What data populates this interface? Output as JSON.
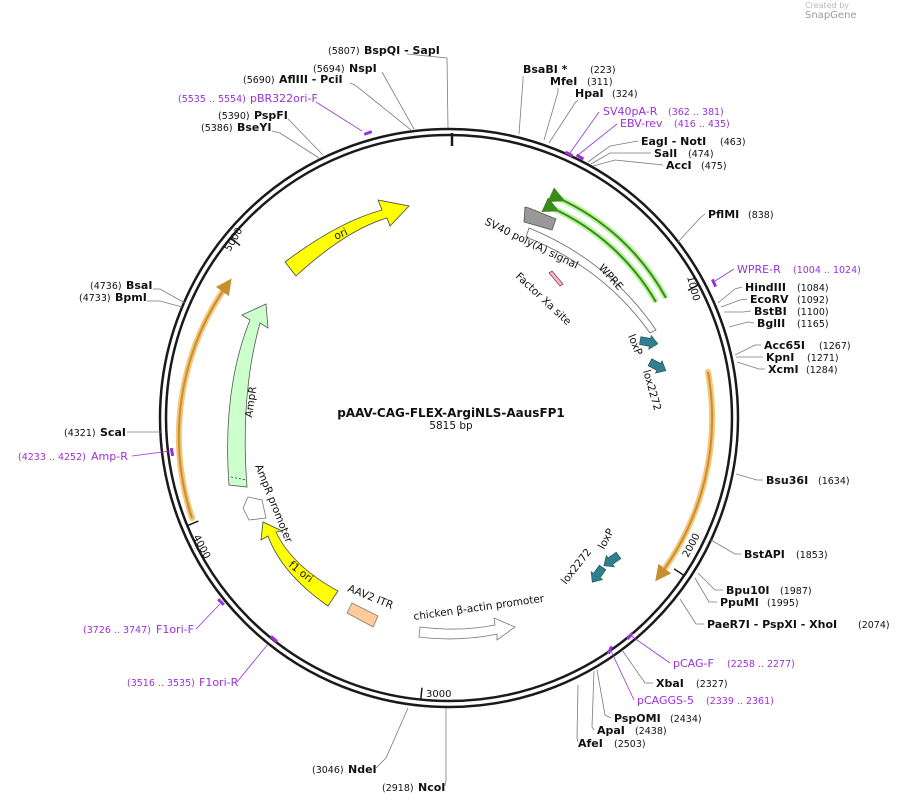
{
  "credit": {
    "prefix": "Created by",
    "brand": "SnapGene"
  },
  "plasmid": {
    "name": "pAAV-CAG-FLEX-ArgiNLS-AausFP1",
    "size_label": "5815 bp",
    "length": 5815
  },
  "ticks": [
    {
      "label": "1000",
      "pos": 1000
    },
    {
      "label": "2000",
      "pos": 2000
    },
    {
      "label": "3000",
      "pos": 3000
    },
    {
      "label": "4000",
      "pos": 4000
    },
    {
      "label": "5000",
      "pos": 5000
    }
  ],
  "sites": [
    {
      "name": "BspQI",
      "name2": "SapI",
      "pos": "(5807)"
    },
    {
      "name": "NspI",
      "pos": "(5694)"
    },
    {
      "name": "AflIII",
      "name2": "PciI",
      "pos": "(5690)"
    },
    {
      "name": "PspFI",
      "pos": "(5390)"
    },
    {
      "name": "BseYI",
      "pos": "(5386)"
    },
    {
      "name": "BsaI",
      "pos": "(4736)"
    },
    {
      "name": "BpmI",
      "pos": "(4733)"
    },
    {
      "name": "ScaI",
      "pos": "(4321)"
    },
    {
      "name": "NdeI",
      "pos": "(3046)"
    },
    {
      "name": "NcoI",
      "pos": "(2918)"
    },
    {
      "name": "BsaBI *",
      "pos": "(223)"
    },
    {
      "name": "MfeI",
      "pos": "(311)"
    },
    {
      "name": "HpaI",
      "pos": "(324)"
    },
    {
      "name": "EagI",
      "name2": "NotI",
      "pos": "(463)"
    },
    {
      "name": "SalI",
      "pos": "(474)"
    },
    {
      "name": "AccI",
      "pos": "(475)"
    },
    {
      "name": "PflMI",
      "pos": "(838)"
    },
    {
      "name": "HindIII",
      "pos": "(1084)"
    },
    {
      "name": "EcoRV",
      "pos": "(1092)"
    },
    {
      "name": "BstBI",
      "pos": "(1100)"
    },
    {
      "name": "BglII",
      "pos": "(1165)"
    },
    {
      "name": "Acc65I",
      "pos": "(1267)"
    },
    {
      "name": "KpnI",
      "pos": "(1271)"
    },
    {
      "name": "XcmI",
      "pos": "(1284)"
    },
    {
      "name": "Bsu36I",
      "pos": "(1634)"
    },
    {
      "name": "BstAPI",
      "pos": "(1853)"
    },
    {
      "name": "Bpu10I",
      "pos": "(1987)"
    },
    {
      "name": "PpuMI",
      "pos": "(1995)"
    },
    {
      "name": "PaeR7I",
      "name2": "PspXI",
      "name3": "XhoI",
      "pos": "(2074)"
    },
    {
      "name": "XbaI",
      "pos": "(2327)"
    },
    {
      "name": "PspOMI",
      "pos": "(2434)"
    },
    {
      "name": "ApaI",
      "pos": "(2438)"
    },
    {
      "name": "AfeI",
      "pos": "(2503)"
    }
  ],
  "primers": [
    {
      "name": "pBR322ori-F",
      "range": "(5535 .. 5554)"
    },
    {
      "name": "Amp-R",
      "range": "(4233 .. 4252)"
    },
    {
      "name": "F1ori-F",
      "range": "(3726 .. 3747)"
    },
    {
      "name": "F1ori-R",
      "range": "(3516 .. 3535)"
    },
    {
      "name": "SV40pA-R",
      "range": "(362 .. 381)"
    },
    {
      "name": "EBV-rev",
      "range": "(416 .. 435)"
    },
    {
      "name": "WPRE-R",
      "range": "(1004 .. 1024)"
    },
    {
      "name": "pCAG-F",
      "range": "(2258 .. 2277)"
    },
    {
      "name": "pCAGGS-5",
      "range": "(2339 .. 2361)"
    }
  ],
  "features": {
    "ori": "ori",
    "ampr": "AmpR",
    "ampr_promoter": "AmpR promoter",
    "f1_ori": "f1 ori",
    "aav2_itr": "AAV2 ITR",
    "cba_promoter": "chicken β-actin promoter",
    "sv40_polya": "SV40 poly(A) signal",
    "wpre": "WPRE",
    "factor_xa": "Factor Xa site",
    "loxp_top": "loxP",
    "lox2272_top": "lox2272",
    "loxp_bottom": "loxP",
    "lox2272_bottom": "lox2272"
  },
  "colors": {
    "backbone": "#1a1a1a",
    "ori": "#ffff00",
    "ampr": "#ccffcc",
    "itr": "#ffcc99",
    "lox": "#2f7f8c",
    "sv40": "#999999",
    "orf_glow": "#f5c57a",
    "orf": "#c8902d",
    "primer": "#9b30d9",
    "wpre_glow": "#b9f5a0",
    "wpre": "#3a8a1a"
  }
}
